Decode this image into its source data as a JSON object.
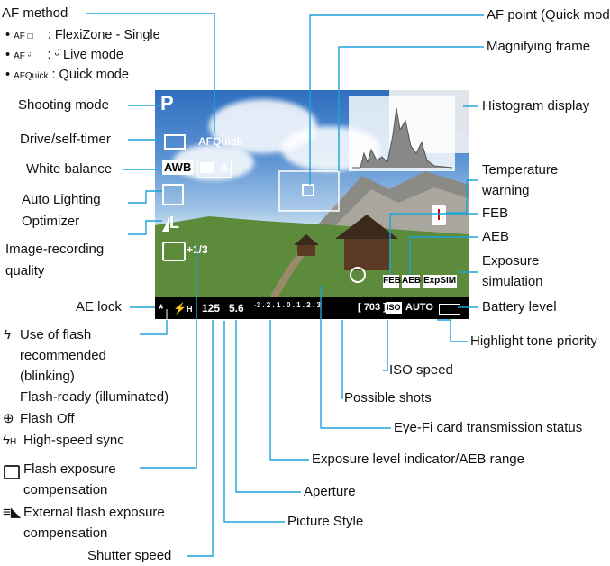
{
  "labels": {
    "af_method": "AF method",
    "af_items": [
      {
        "icon": "AF □",
        "sep": ":",
        "text": "FlexiZone - Single"
      },
      {
        "icon": "AF ᵕ̈",
        "sep": ":",
        "text": "ᵕ̈ Live mode"
      },
      {
        "icon": "AFQuick",
        "sep": ":",
        "text": "Quick mode"
      }
    ],
    "af_point": "AF point (Quick mode)",
    "magnifying_frame": "Magnifying frame",
    "histogram": "Histogram display",
    "shooting_mode": "Shooting mode",
    "drive": "Drive/self-timer",
    "white_balance": "White balance",
    "alo_1": "Auto Lighting",
    "alo_2": "Optimizer",
    "irq_1": "Image-recording",
    "irq_2": "quality",
    "temp_1": "Temperature",
    "temp_2": "warning",
    "feb": "FEB",
    "aeb": "AEB",
    "expsim_1": "Exposure",
    "expsim_2": "simulation",
    "ae_lock": "AE lock",
    "battery": "Battery level",
    "highlight": "Highlight tone priority",
    "iso": "ISO speed",
    "possible_shots": "Possible shots",
    "eyefi": "Eye-Fi card transmission status",
    "exp_level": "Exposure level indicator/AEB range",
    "aperture": "Aperture",
    "picture_style": "Picture Style",
    "shutter": "Shutter speed",
    "flash_rec_1": "Use of flash",
    "flash_rec_2": "recommended",
    "flash_rec_3": "(blinking)",
    "flash_rec_4": "Flash-ready (illuminated)",
    "flash_off": "Flash Off",
    "hss": "High-speed sync",
    "fec_1": "Flash exposure",
    "fec_2": "compensation",
    "ext_fec_1": "External flash exposure",
    "ext_fec_2": "compensation"
  },
  "overlay": {
    "mode": "P",
    "af_quick": "AFQuick",
    "awb": "AWB",
    "picture_style": "A",
    "quality": "L",
    "fec_value": "+1/3",
    "feb_tag": "FEB",
    "aeb_tag": "AEB",
    "expsim_tag": "ExpSIM",
    "shutter": "125",
    "aperture": "5.6",
    "scale": "-3 . 2 . 1 . 0 . 1 . 2 . 3",
    "shots": "[ 703 ]",
    "iso": "AUTO",
    "ae_star": "*",
    "flash_h": "H"
  },
  "colors": {
    "line": "#1fa3d8",
    "overlay_text": "#ffffff",
    "status_bg": "#000000"
  }
}
